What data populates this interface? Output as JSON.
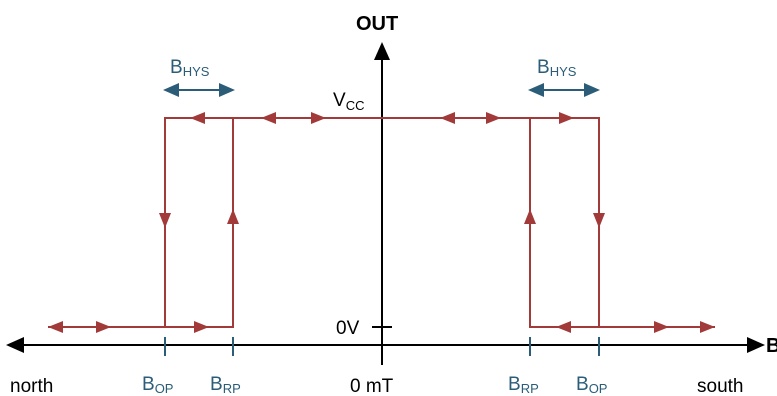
{
  "colors": {
    "axis": "#000000",
    "curve": "#a23a3a",
    "hysteresis": "#2b5d79"
  },
  "labels": {
    "y_axis": "OUT",
    "x_axis": "B",
    "vcc_main": "V",
    "vcc_sub": "CC",
    "zero_v": "0V",
    "origin": "0 mT",
    "north": "north",
    "south": "south",
    "b_main": "B",
    "op_sub": "OP",
    "rp_sub": "RP",
    "hys_sub": "HYS"
  }
}
